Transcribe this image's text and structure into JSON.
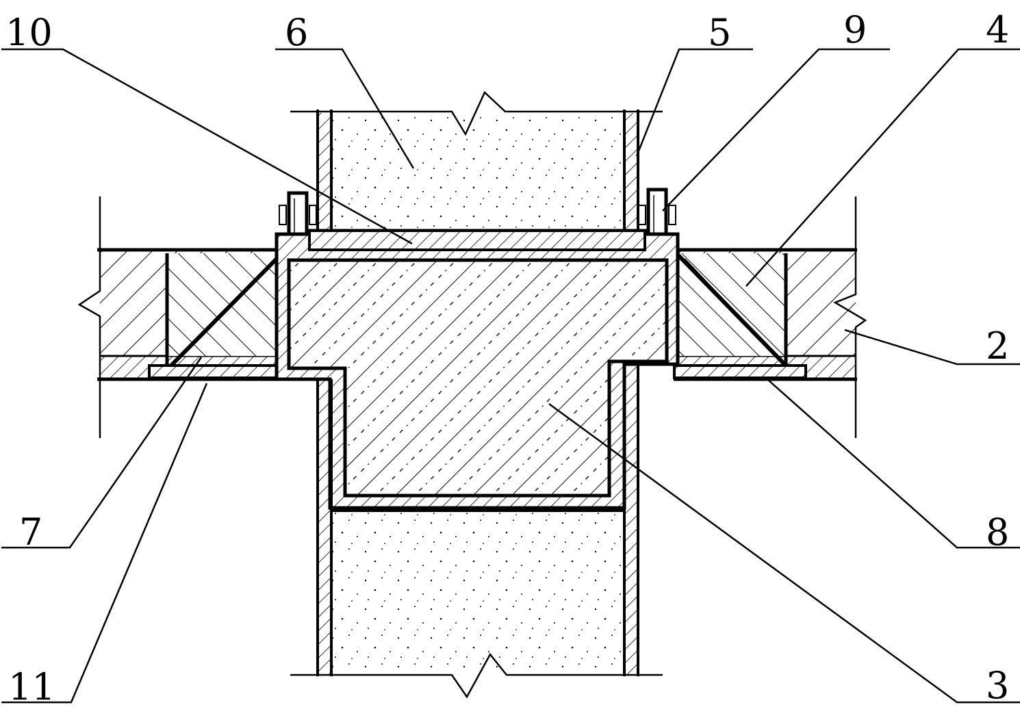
{
  "figure": {
    "labels": {
      "l10": "10",
      "l6": "6",
      "l5": "5",
      "l9": "9",
      "l4": "4",
      "l2": "2",
      "l7": "7",
      "l11": "11",
      "l8": "8",
      "l3": "3"
    }
  },
  "colors": {
    "ink": "#000000",
    "paper": "#ffffff"
  }
}
